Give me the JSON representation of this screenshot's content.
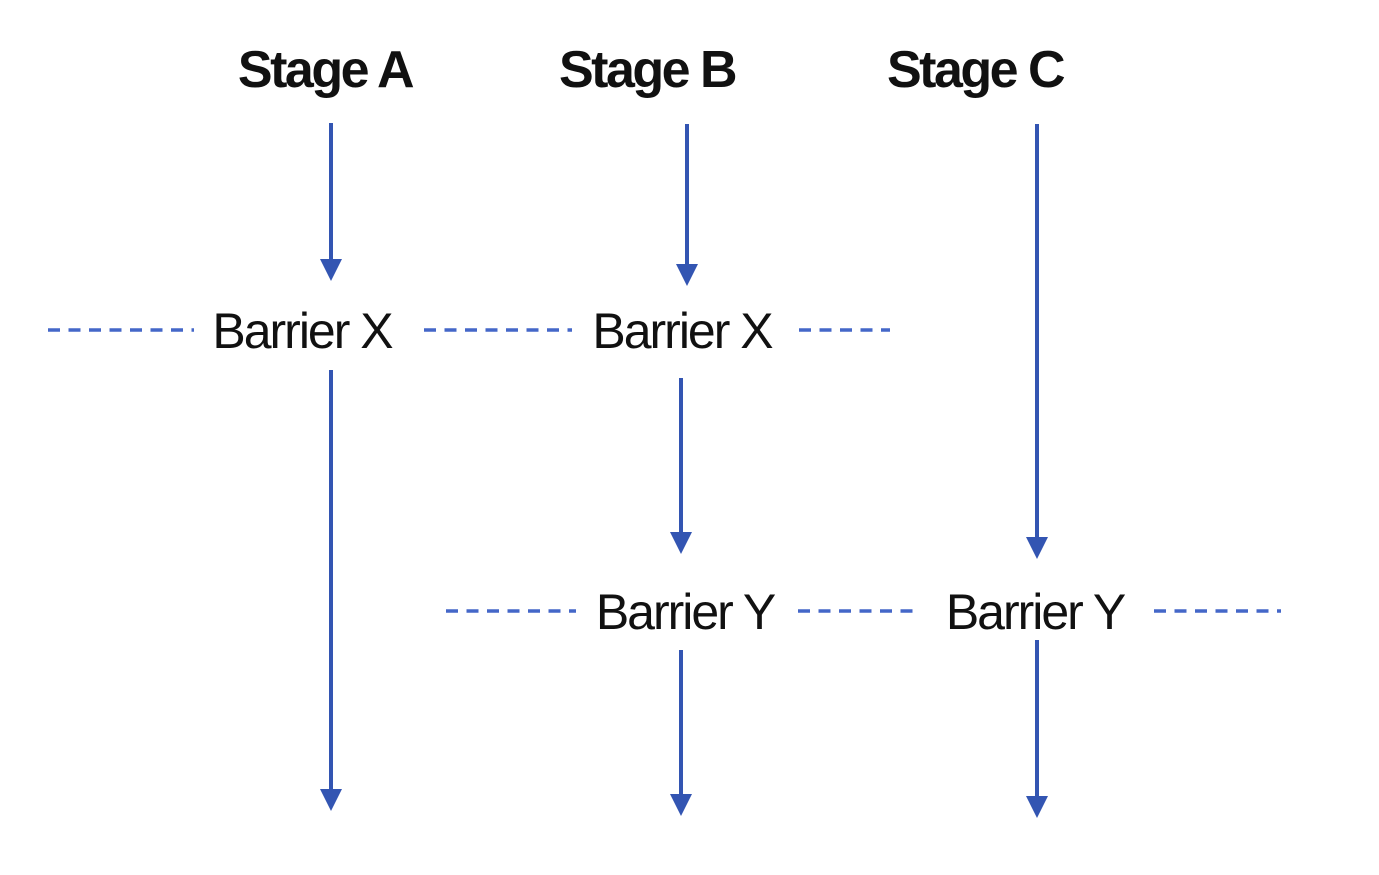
{
  "diagram": {
    "type": "parallel-stage-flow-with-barriers",
    "stages": [
      {
        "label": "Stage A",
        "passes_through": [
          "Barrier X"
        ]
      },
      {
        "label": "Stage B",
        "passes_through": [
          "Barrier X",
          "Barrier Y"
        ]
      },
      {
        "label": "Stage C",
        "passes_through": [
          "Barrier Y"
        ]
      }
    ],
    "barriers": [
      {
        "label": "Barrier X",
        "crossed_by": [
          "Stage A",
          "Stage B"
        ]
      },
      {
        "label": "Barrier Y",
        "crossed_by": [
          "Stage B",
          "Stage C"
        ]
      }
    ],
    "colors": {
      "arrow": "#3355b2",
      "dash": "#4467c8",
      "text": "#111111",
      "background": "#ffffff"
    }
  }
}
